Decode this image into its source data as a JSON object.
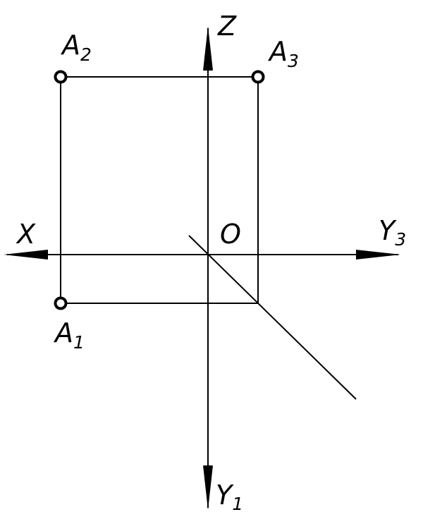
{
  "axes": {
    "x": "X",
    "z": "Z",
    "origin": "O",
    "y3": {
      "letter": "Y",
      "index": "3"
    },
    "y1": {
      "letter": "Y",
      "index": "1"
    }
  },
  "points": {
    "a1": {
      "letter": "A",
      "index": "1"
    },
    "a2": {
      "letter": "A",
      "index": "2"
    },
    "a3": {
      "letter": "A",
      "index": "3"
    }
  },
  "colors": {
    "ink": "#000000",
    "paper": "#ffffff"
  }
}
